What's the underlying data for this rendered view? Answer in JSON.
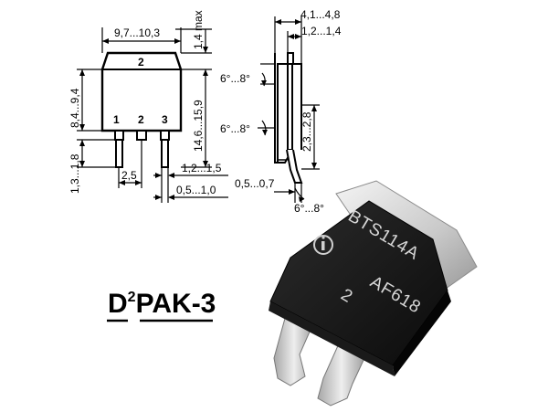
{
  "package": {
    "name_prefix": "D",
    "name_super": "2",
    "name_suffix": "PAK-3"
  },
  "front_view": {
    "width_dim": "9,7...10,3",
    "max_height_dim": "1,4 max",
    "tab_height_dim": "8,4...9,4",
    "overall_height_dim": "14,6...15,9",
    "lead_length_dim": "1,3...1,8",
    "pitch_dim": "2,5",
    "lead_width_dim": "1,2...1,5",
    "lead_thickness_dim": "0,5...1,0",
    "tab_pin_label": "2",
    "pin_labels": [
      "1",
      "2",
      "3"
    ]
  },
  "side_view": {
    "body_thickness_dim": "4,1...4,8",
    "tab_thickness_dim": "1,2...1,4",
    "angle_top_dim": "6°...8°",
    "angle_mid_dim": "6°...8°",
    "angle_bottom_dim": "6°...8°",
    "standoff_dim": "2,3...2,8",
    "lead_dim": "0,5...0,7"
  },
  "photo": {
    "part_number": "BTS114A",
    "pin_mark": "2",
    "date_code": "AF618"
  }
}
